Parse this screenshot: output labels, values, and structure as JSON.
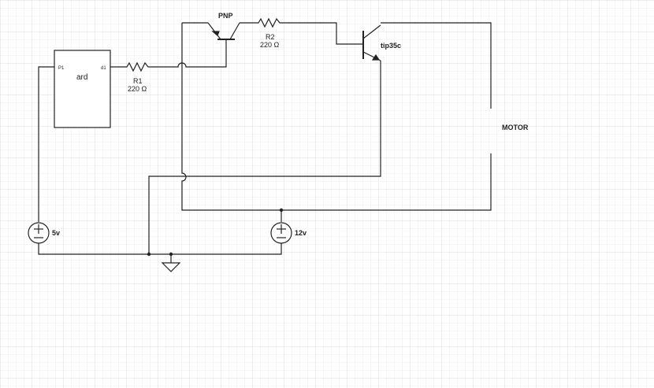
{
  "colors": {
    "wire": "#222222",
    "grid_minor": "#ececec",
    "grid_major": "#dcdcdc",
    "background": "#ffffff"
  },
  "components": {
    "arduino": {
      "label": "ard",
      "pin_left": "P1",
      "pin_right": "d1"
    },
    "r1": {
      "name": "R1",
      "value": "220 Ω"
    },
    "r2": {
      "name": "R2",
      "value": "220 Ω"
    },
    "pnp": {
      "label": "PNP"
    },
    "tip": {
      "label": "tip35c"
    },
    "motor": {
      "label": "MOTOR"
    },
    "src_5v": {
      "label": "5v"
    },
    "src_12v": {
      "label": "12v"
    }
  },
  "icons": [
    "ground-icon",
    "voltage-source-icon",
    "resistor-icon",
    "pnp-transistor-icon",
    "npn-transistor-icon"
  ]
}
